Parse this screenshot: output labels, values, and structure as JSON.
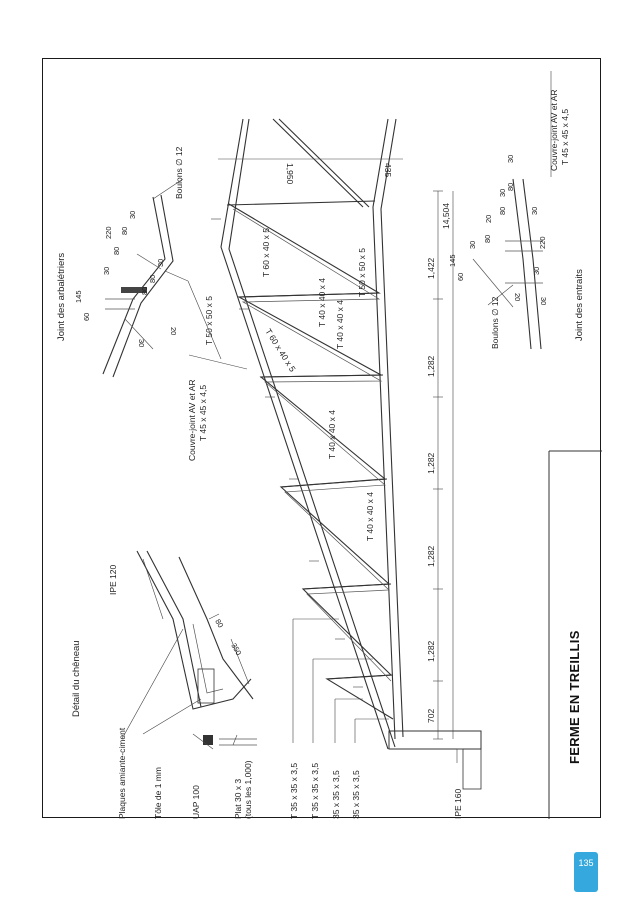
{
  "title": "FERME EN TREILLIS",
  "page_number": "135",
  "details": {
    "gutter_title": "Détail du chêneau",
    "rafter_joint_title": "Joint des arbalétriers",
    "tie_joint_title": "Joint des entraits"
  },
  "left_labels": {
    "plaques": "Plaques amiante-ciment",
    "tole": "Tôle de 1 mm",
    "uap": "UAP 100",
    "plat": "Plat 30 x 3",
    "plat_note": "(tous les 1,000)",
    "ipe120": "IPE 120",
    "d80": "80",
    "d350": "350",
    "t35a": "T 35 x 35 x 3,5",
    "t35b": "T 35 x 35 x 3,5",
    "a35a": "35 x 35 x 3,5",
    "a35b": "35 x 35 x 3,5",
    "ipe160": "IPE 160"
  },
  "members": {
    "t50_bottom": "T 50 x 50 x 5",
    "t50_top": "T 50 x 50 x 5",
    "t60_top": "T 60 x 40 x 5",
    "t60_diag": "T 60 x 40 x 5",
    "t40a": "T 40 x 40 x 4",
    "t40b": "T 40 x 40 x 4",
    "t40c": "T 40 x 40 x 4",
    "t40d": "T 40 x 40 x 4",
    "couvre_label": "Couvre-joint AV et AR",
    "couvre_size": "T 45 x 45 x 4,5",
    "couvre_label2": "Couvre-joint AV et AR",
    "couvre_size2": "T 45 x 45 x 4,5",
    "boulons_top": "Boulons ∅ 12",
    "boulons_bottom": "Boulons ∅ 12"
  },
  "dimensions": {
    "d702": "702",
    "d1282a": "1,282",
    "d1282b": "1,282",
    "d1282c": "1,282",
    "d1282d": "1,282",
    "d1422": "1,422",
    "d14504": "14,504",
    "d1950": "1,950",
    "d435": "435"
  },
  "joint_dims_top": {
    "a": "60",
    "b": "145",
    "c": "30",
    "d": "220",
    "e": "80",
    "f": "80",
    "g": "30",
    "h": "80",
    "i": "80",
    "j": "30",
    "k": "20",
    "l": "30"
  },
  "joint_dims_bottom": {
    "a": "30",
    "b": "80",
    "c": "30",
    "d": "80",
    "e": "20",
    "f": "30",
    "g": "80",
    "h": "220",
    "i": "30",
    "j": "145",
    "k": "60",
    "l": "20",
    "m": "30",
    "n": "30"
  }
}
